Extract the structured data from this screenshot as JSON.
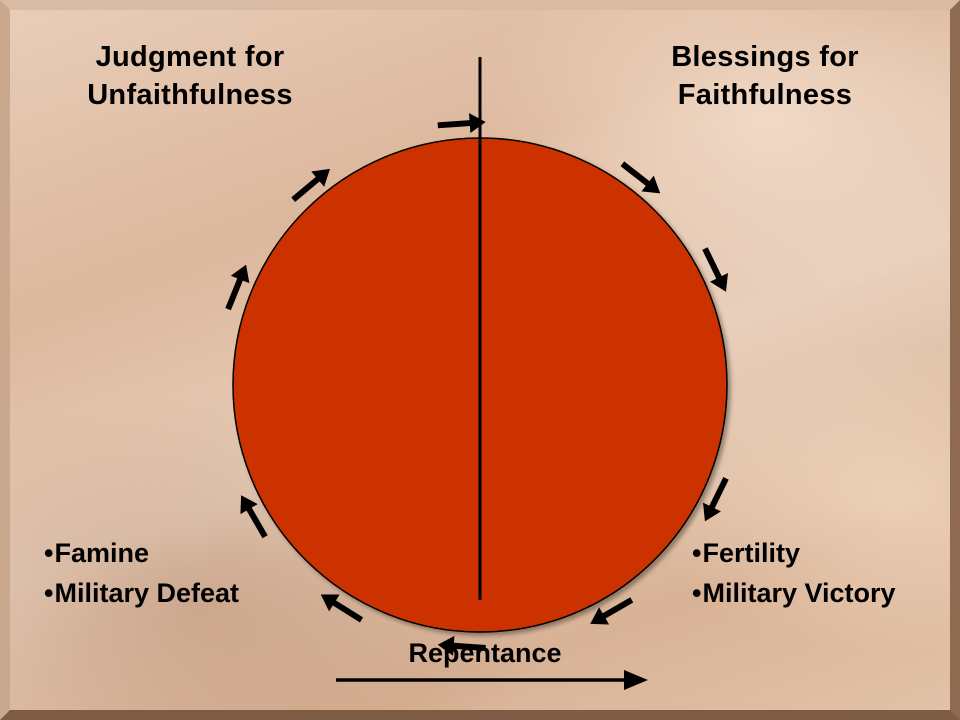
{
  "headings": {
    "left": [
      "Judgment for",
      "Unfaithfulness"
    ],
    "right": [
      "Blessings for",
      "Faithfulness"
    ]
  },
  "left_list": [
    "Famine",
    "Military Defeat"
  ],
  "right_list": [
    "Fertility",
    "Military Victory"
  ],
  "bottom_label": "Repentance",
  "colors": {
    "circle_fill": "#cc3300",
    "arrow": "#000000",
    "background": "#e4c6ae"
  }
}
